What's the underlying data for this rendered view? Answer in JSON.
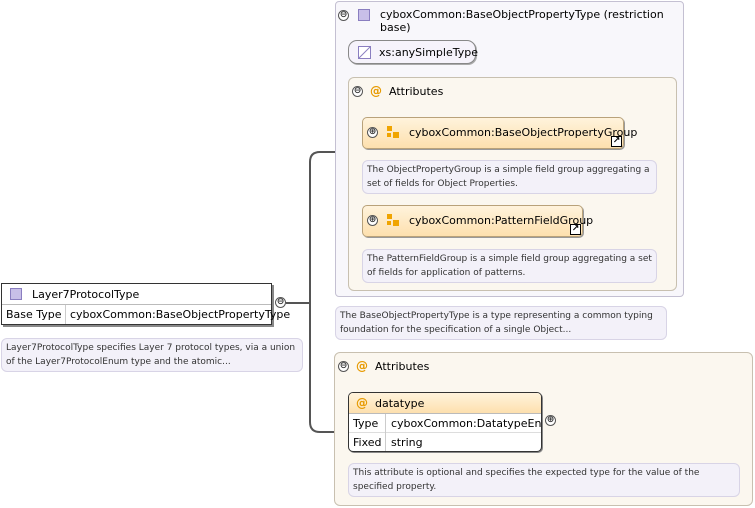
{
  "root": {
    "name": "Layer7ProtocolType",
    "base_type_label": "Base Type",
    "base_type_value": "cyboxCommon:BaseObjectPropertyType",
    "doc": "Layer7ProtocolType specifies Layer 7 protocol types, via a union of the Layer7ProtocolEnum type and the atomic..."
  },
  "base": {
    "title": "cyboxCommon:BaseObjectPropertyType (restriction base)",
    "simple_type": "xs:anySimpleType",
    "attributes_label": "Attributes",
    "groups": [
      {
        "name": "cyboxCommon:BaseObjectPropertyGroup",
        "doc": "The ObjectPropertyGroup is a simple field group aggregating a set of fields for Object Properties."
      },
      {
        "name": "cyboxCommon:PatternFieldGroup",
        "doc": "The PatternFieldGroup is a simple field group aggregating a set of fields for application of patterns."
      }
    ],
    "doc": "The BaseObjectPropertyType is a type representing a common typing foundation for the specification of a single Object..."
  },
  "own_attributes": {
    "label": "Attributes",
    "attribute": {
      "name": "datatype",
      "type_label": "Type",
      "type_value": "cyboxCommon:DatatypeEnum",
      "fixed_label": "Fixed",
      "fixed_value": "string",
      "doc": "This attribute is optional and specifies the expected type for the value of the specified property."
    }
  },
  "icons": {
    "collapse": "⊖",
    "expand": "⊕",
    "attribute": "@",
    "link": "↗"
  }
}
